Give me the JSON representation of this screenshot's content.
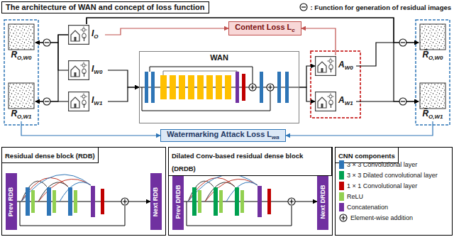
{
  "diagram": {
    "title": "The architecture of WAN and concept of loss function",
    "nodes": [
      {
        "text": [
          "R",
          "O,W0"
        ]
      },
      {
        "text": [
          "R",
          "O,W1"
        ]
      },
      {
        "text": [
          "I",
          "O"
        ]
      },
      {
        "text": [
          "I",
          "W0"
        ]
      },
      {
        "text": [
          "I",
          "W1"
        ]
      },
      {
        "text": [
          "WAN"
        ]
      },
      {
        "text": [
          "A",
          "W0"
        ]
      },
      {
        "text": [
          "A",
          "W1"
        ]
      },
      {
        "text": [
          "R̃",
          "O,W0"
        ]
      },
      {
        "text": [
          "R̃",
          "O,W1"
        ]
      },
      {
        "text": [
          "Content Loss L",
          "c"
        ]
      },
      {
        "text": [
          "Watermarking Attack Loss L",
          "wa"
        ]
      },
      {
        "text": [
          "Residual dense block (RDB)"
        ]
      },
      {
        "text": [
          "Prev RDB"
        ],
        "in": 12
      },
      {
        "text": [
          "Next RDB"
        ],
        "in": 12
      },
      {
        "text": [
          "Dilated Conv-based residual dense block (DRDB)"
        ]
      },
      {
        "text": [
          "Prev DRDB"
        ],
        "in": 15
      },
      {
        "text": [
          "Next DRDB"
        ],
        "in": 15
      },
      {
        "text": [
          "CNN components"
        ]
      }
    ],
    "edges": [
      {
        "from": 3,
        "to": 5,
        "arrow": "to"
      },
      {
        "from": 4,
        "to": 5,
        "arrow": "to"
      },
      {
        "from": 5,
        "to": 6,
        "arrow": "to"
      },
      {
        "from": 5,
        "to": 7,
        "arrow": "to"
      },
      {
        "from": 2,
        "to": 10,
        "arrow": "to"
      },
      {
        "from": 6,
        "to": 10,
        "arrow": "to"
      },
      {
        "from": 2,
        "to": 0,
        "arrow": "to"
      },
      {
        "from": 3,
        "to": 0,
        "arrow": "to"
      },
      {
        "from": 2,
        "to": 1,
        "arrow": "to"
      },
      {
        "from": 4,
        "to": 1,
        "arrow": "to"
      },
      {
        "from": 2,
        "to": 8,
        "arrow": "to"
      },
      {
        "from": 2,
        "to": 9,
        "arrow": "to"
      },
      {
        "from": 6,
        "to": 8,
        "arrow": "to"
      },
      {
        "from": 7,
        "to": 9,
        "arrow": "to"
      },
      {
        "from": 1,
        "to": 11,
        "arrow": "to"
      },
      {
        "from": 9,
        "to": 11,
        "arrow": "to"
      },
      {
        "from": 13,
        "to": 14,
        "arrow": "to"
      },
      {
        "from": 16,
        "to": 17,
        "arrow": "to"
      }
    ],
    "legend": [
      {
        "text": ": Function for generation of residual images"
      },
      {
        "text": "3 × 3 Convolutional layer",
        "color": "#2e75b6"
      },
      {
        "text": "3 × 3 Dilated convolutional layer",
        "color": "#00a050"
      },
      {
        "text": "1 × 1 Convolutional layer",
        "color": "#c00000"
      },
      {
        "text": "ReLU",
        "color": "#92d050"
      },
      {
        "text": "Concatenation",
        "color": "#7030a0"
      },
      {
        "text": "Element-wise addition"
      }
    ]
  }
}
